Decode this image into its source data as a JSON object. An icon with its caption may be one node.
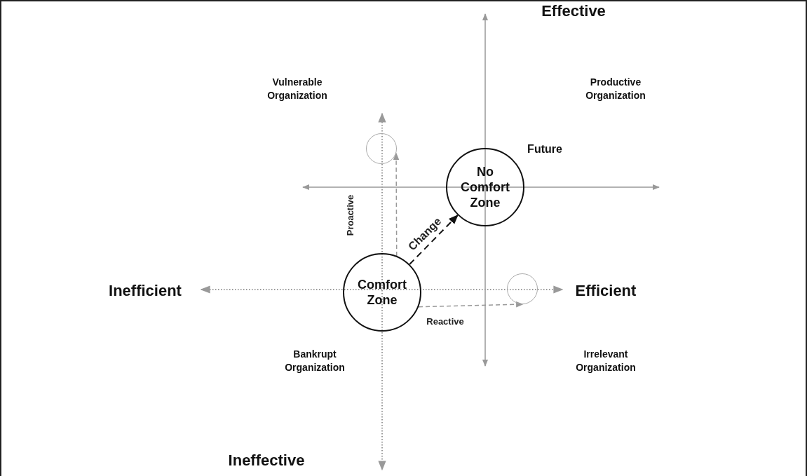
{
  "diagram": {
    "nodes": [
      {
        "text": [
          "Comfort Zone"
        ]
      },
      {
        "text": [
          "No Comfort Zone"
        ]
      },
      {
        "text": [],
        "shape": "circle"
      },
      {
        "text": [],
        "shape": "circle"
      }
    ],
    "edges": [
      {
        "from": 0,
        "to": 1,
        "arrow": "to",
        "label": "Change",
        "style": "dashed",
        "color": "#111111"
      },
      {
        "from": 0,
        "to": 2,
        "arrow": "to",
        "label": "Proactive",
        "style": "dashed",
        "color": "#999999"
      },
      {
        "from": 0,
        "to": 3,
        "arrow": "to",
        "label": "Reactive",
        "style": "dashed",
        "color": "#999999"
      }
    ],
    "labels": [
      "Effective",
      "Vulnerable Organization",
      "Productive Organization",
      "Future",
      "Inefficient",
      "Efficient",
      "Bankrupt Organization",
      "Irrelevant Organization",
      "Ineffective"
    ]
  }
}
